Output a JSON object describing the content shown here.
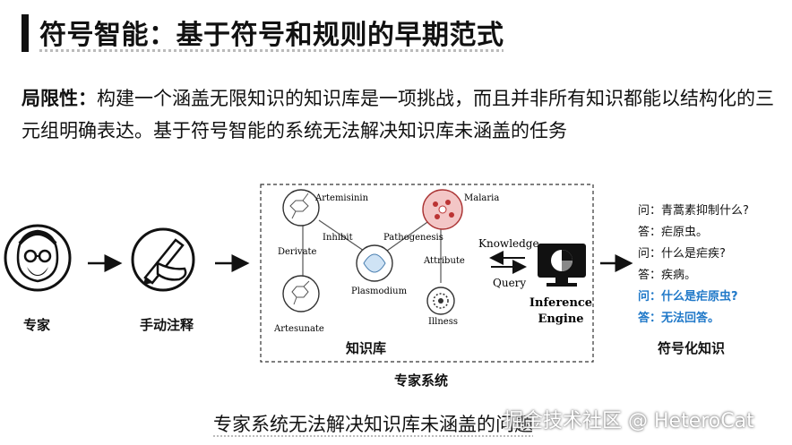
{
  "title": "符号智能：基于符号和规则的早期范式",
  "paragraph": {
    "label": "局限性：",
    "text": "构建一个涵盖无限知识的知识库是一项挑战，而且并非所有知识都能以结构化的三元组明确表达。基于符号智能的系统无法解决知识库未涵盖的任务"
  },
  "pipeline": {
    "expert": "专家",
    "manual_annotation": "手动注释",
    "knowledge_base": "知识库",
    "expert_system": "专家系统",
    "symbolic_knowledge": "符号化知识"
  },
  "kb_graph": {
    "nodes": {
      "artemisinin": "Artemisinin",
      "malaria": "Malaria",
      "artesunate": "Artesunate",
      "plasmodium": "Plasmodium",
      "illness": "Illness"
    },
    "edges": {
      "derivate": "Derivate",
      "inhibit": "Inhibit",
      "pathogenesis": "Pathogenesis",
      "attribute": "Attribute"
    }
  },
  "engine": {
    "knowledge": "Knowledge",
    "query": "Query",
    "line1": "Inference",
    "line2": "Engine"
  },
  "qa": [
    {
      "text": "问：青蒿素抑制什么?",
      "highlight": false
    },
    {
      "text": "答：疟原虫。",
      "highlight": false
    },
    {
      "text": "问：什么是疟疾?",
      "highlight": false
    },
    {
      "text": "答：疾病。",
      "highlight": false
    },
    {
      "text": "问：什么是疟原虫?",
      "highlight": true
    },
    {
      "text": "答：无法回答。",
      "highlight": true
    }
  ],
  "footer": "专家系统无法解决知识库未涵盖的问题",
  "watermark": "掘金技术社区 @ HeteroCat",
  "colors": {
    "highlight": "#1f78c8",
    "malaria_fill": "#f3c6c6"
  }
}
